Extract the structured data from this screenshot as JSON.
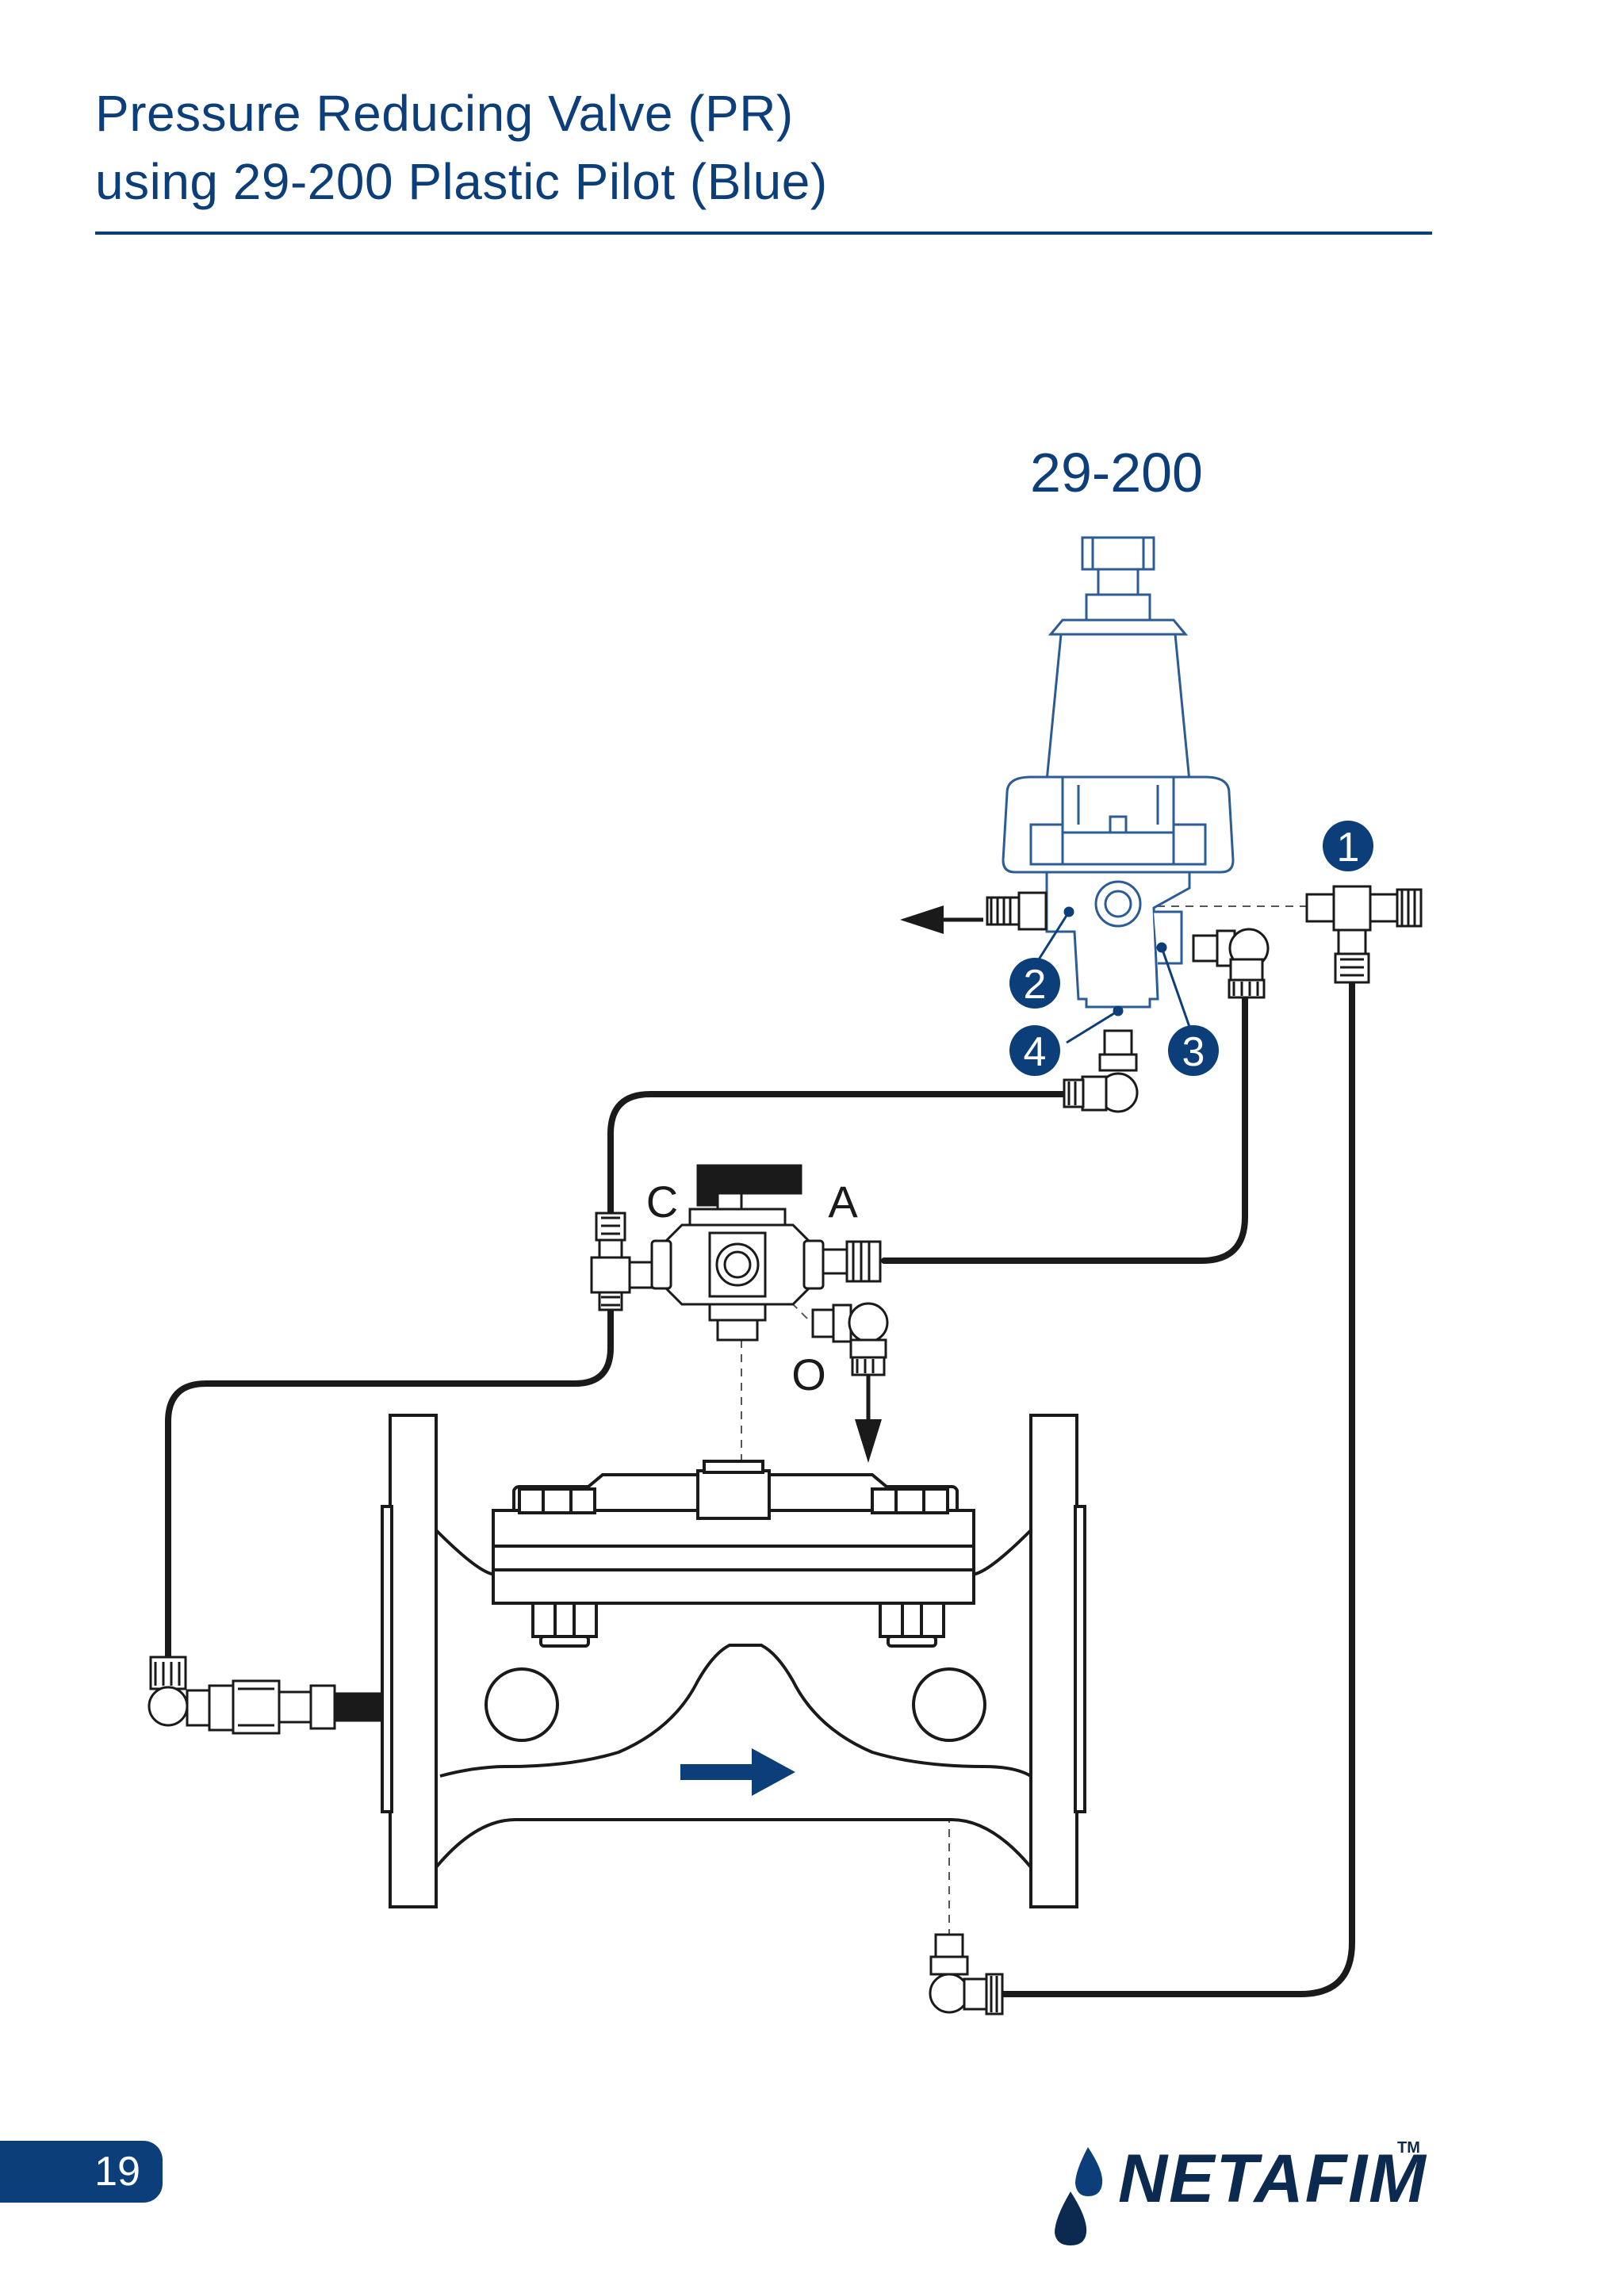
{
  "page_title": {
    "line1": "Pressure Reducing Valve (PR)",
    "line2": "using 29-200 Plastic Pilot (Blue)"
  },
  "pilot_label": "29-200",
  "callouts": [
    "1",
    "2",
    "3",
    "4"
  ],
  "selector_ports": {
    "c": "C",
    "a": "A",
    "o": "O"
  },
  "footer": {
    "page_number": "19",
    "brand": "NETAFIM",
    "trademark": "TM"
  },
  "colors": {
    "brand_blue": "#0c3e7a",
    "pilot_blue": "#2b5c96",
    "line_black": "#1a1a1a"
  }
}
